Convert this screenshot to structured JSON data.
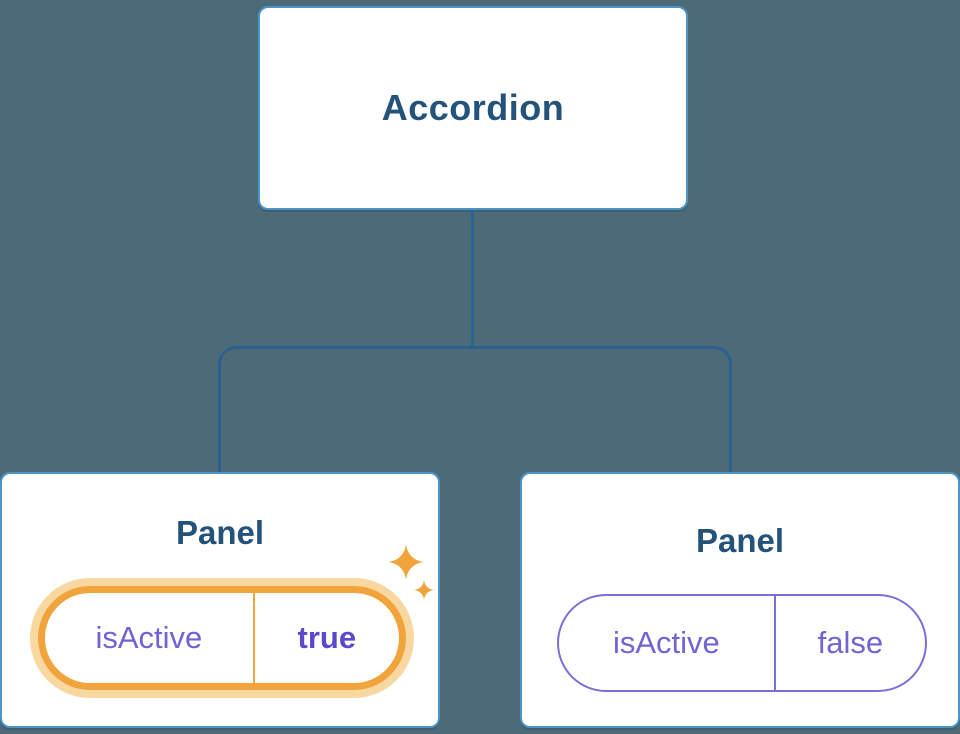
{
  "diagram": {
    "root": {
      "label": "Accordion"
    },
    "panels": [
      {
        "title": "Panel",
        "state": {
          "key": "isActive",
          "value": "true"
        },
        "highlighted": true
      },
      {
        "title": "Panel",
        "state": {
          "key": "isActive",
          "value": "false"
        },
        "highlighted": false
      }
    ],
    "colors": {
      "background": "#4c6a77",
      "box_fill": "#ffffff",
      "box_border": "#4a94c6",
      "connector": "#2b618e",
      "label_text": "#23527a",
      "state_text": "#6f63d6",
      "state_text_bold": "#5a49cf",
      "pill_border": "#7a6fd8",
      "highlight": "#f2a43c",
      "highlight_glow": "#f8d8a0"
    }
  }
}
